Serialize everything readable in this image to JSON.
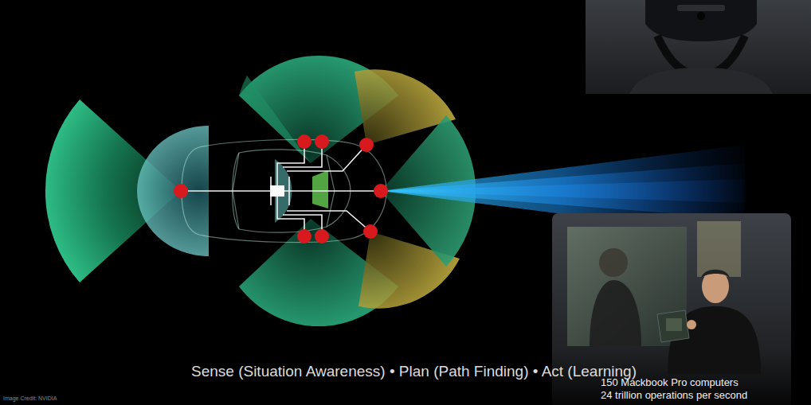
{
  "diagram": {
    "caption": "Sense (Situation Awareness) • Plan (Path Finding) • Act (Learning)",
    "labels": [
      "Image Credit: NVIDIA",
      "150 Mackbook Pro computers",
      "24 trillion operations per second"
    ]
  }
}
